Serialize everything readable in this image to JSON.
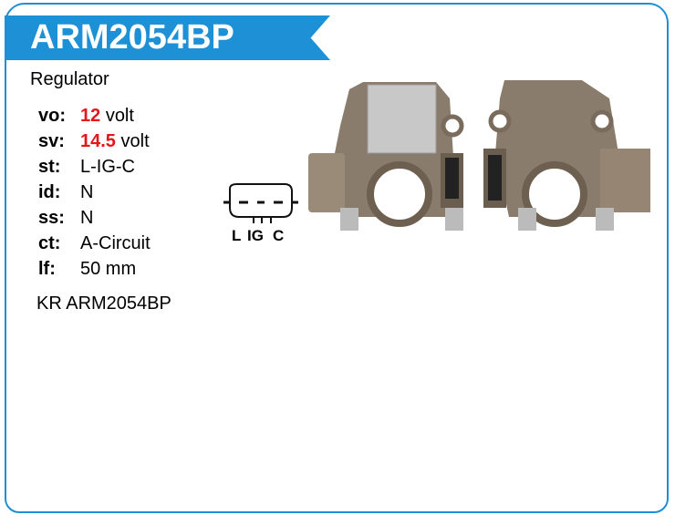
{
  "title": "ARM2054BP",
  "type": "Regulator",
  "specs": [
    {
      "key": "vo:",
      "value": "12",
      "unit": "volt"
    },
    {
      "key": "sv:",
      "value": "14.5",
      "unit": "volt"
    },
    {
      "key": "st:",
      "text": "L-IG-C"
    },
    {
      "key": "id:",
      "text": "N"
    },
    {
      "key": "ss:",
      "text": "N"
    },
    {
      "key": "ct:",
      "text": "A-Circuit"
    },
    {
      "key": "lf:",
      "text": "50 mm"
    }
  ],
  "reference": "KR ARM2054BP",
  "connector": {
    "pins": [
      "L",
      "IG",
      "C"
    ]
  },
  "colors": {
    "accent": "#1e90d6",
    "highlight": "#e3161b"
  }
}
